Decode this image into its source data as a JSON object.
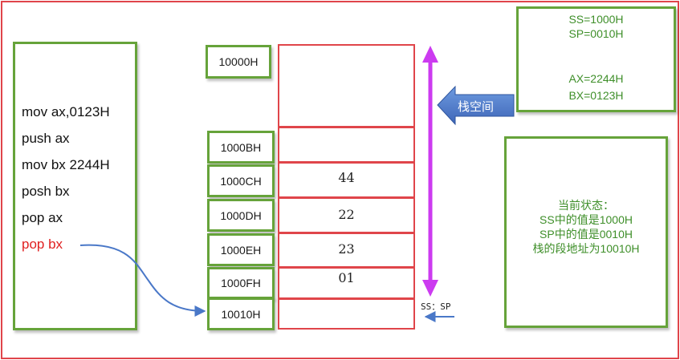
{
  "code_lines": [
    "mov ax,0123H",
    "push ax",
    "mov bx 2244H",
    "posh bx",
    "pop ax",
    "pop bx"
  ],
  "addresses": [
    "10000H",
    "1000BH",
    "1000CH",
    "1000DH",
    "1000EH",
    "1000FH",
    "10010H"
  ],
  "cells": [
    "",
    "",
    "44",
    "22",
    "23",
    "01",
    ""
  ],
  "registers": {
    "ss": "SS=1000H",
    "sp": "SP=0010H",
    "ax": "AX=2244H",
    "bx": "BX=0123H"
  },
  "stack_space_label": "栈空间",
  "pointer_label": "SS：SP",
  "state": {
    "title": "当前状态：",
    "line1": "SS中的值是1000H",
    "line2": "SP中的值是0010H",
    "line3": "栈的段地址为10010H"
  },
  "colors": {
    "frame": "#e0454a",
    "green_border": "#66a33a",
    "green_text": "#3f8f2a",
    "purple": "#cc3bf0",
    "blue_arrow": "#4a78c8",
    "red_text": "#e02020"
  }
}
